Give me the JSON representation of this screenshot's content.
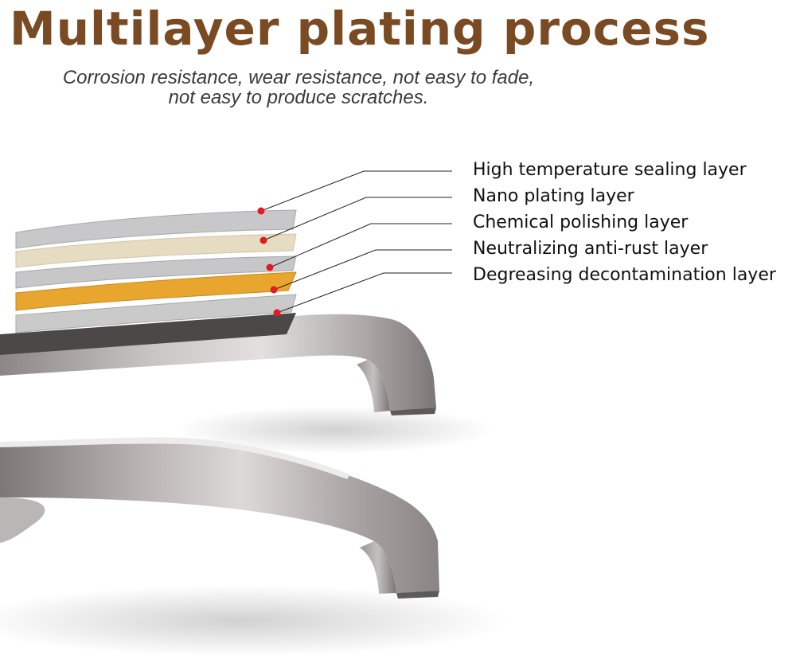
{
  "title": "Multilayer plating process",
  "subtitle": {
    "line1": "Corrosion resistance, wear resistance, not easy to fade,",
    "line2": "not easy to produce scratches."
  },
  "layers": [
    {
      "label": "High temperature sealing layer",
      "color": "#c8c8ca"
    },
    {
      "label": "Nano plating layer",
      "color": "#e6dcc2"
    },
    {
      "label": "Chemical polishing layer",
      "color": "#c7c7c9"
    },
    {
      "label": "Neutralizing anti-rust layer",
      "color": "#e8a62e"
    },
    {
      "label": "Degreasing decontamination layer",
      "color": "#cacaca"
    }
  ],
  "colors": {
    "title": "#7a4a22",
    "subtitle": "#3a3a3a",
    "label_text": "#111111",
    "leader_line": "#222222",
    "marker_dot": "#e01b24",
    "metal_dark": "#6f6a69",
    "metal_light": "#d7d3d2"
  },
  "icons": [
    "cabinet-handle-image",
    "red-dot-marker"
  ]
}
